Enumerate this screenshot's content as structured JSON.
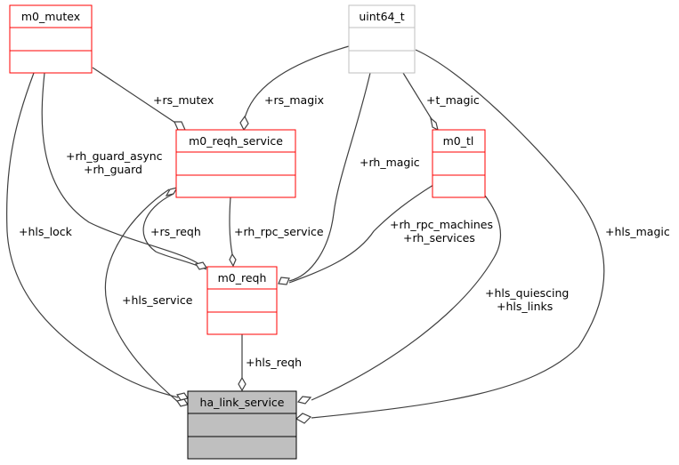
{
  "diagram": {
    "title": "ha_link_service collaboration diagram",
    "colors": {
      "class_border": "#ff0000",
      "external_border": "#bfbfbf",
      "focus_fill": "#bfbfbf",
      "focus_border": "#000000",
      "edge": "#404040"
    },
    "nodes": {
      "m0_mutex": {
        "name": "m0_mutex",
        "kind": "class"
      },
      "uint64_t": {
        "name": "uint64_t",
        "kind": "external"
      },
      "m0_reqh_service": {
        "name": "m0_reqh_service",
        "kind": "class"
      },
      "m0_tl": {
        "name": "m0_tl",
        "kind": "class"
      },
      "m0_reqh": {
        "name": "m0_reqh",
        "kind": "class"
      },
      "ha_link_service": {
        "name": "ha_link_service",
        "kind": "focus"
      }
    },
    "edges": {
      "rs_mutex": {
        "from": "m0_mutex",
        "to": "m0_reqh_service",
        "labels": [
          "+rs_mutex"
        ]
      },
      "rs_magix": {
        "from": "uint64_t",
        "to": "m0_reqh_service",
        "labels": [
          "+rs_magix"
        ]
      },
      "t_magic": {
        "from": "uint64_t",
        "to": "m0_tl",
        "labels": [
          "+t_magic"
        ]
      },
      "rh_guard": {
        "from": "m0_mutex",
        "to": "m0_reqh",
        "labels": [
          "+rh_guard_async",
          "+rh_guard"
        ]
      },
      "rh_magic": {
        "from": "uint64_t",
        "to": "m0_reqh",
        "labels": [
          "+rh_magic"
        ]
      },
      "rs_reqh": {
        "from": "m0_reqh",
        "to": "m0_reqh_service",
        "labels": [
          "+rs_reqh"
        ]
      },
      "rh_rpc_service": {
        "from": "m0_reqh_service",
        "to": "m0_reqh",
        "labels": [
          "+rh_rpc_service"
        ]
      },
      "rh_rpc_machines": {
        "from": "m0_tl",
        "to": "m0_reqh",
        "labels": [
          "+rh_rpc_machines",
          "+rh_services"
        ]
      },
      "hls_lock": {
        "from": "m0_mutex",
        "to": "ha_link_service",
        "labels": [
          "+hls_lock"
        ]
      },
      "hls_service": {
        "from": "m0_reqh_service",
        "to": "ha_link_service",
        "labels": [
          "+hls_service"
        ]
      },
      "hls_reqh": {
        "from": "m0_reqh",
        "to": "ha_link_service",
        "labels": [
          "+hls_reqh"
        ]
      },
      "hls_quiescing": {
        "from": "m0_tl",
        "to": "ha_link_service",
        "labels": [
          "+hls_quiescing",
          "+hls_links"
        ]
      },
      "hls_magic": {
        "from": "uint64_t",
        "to": "ha_link_service",
        "labels": [
          "+hls_magic"
        ]
      }
    }
  }
}
